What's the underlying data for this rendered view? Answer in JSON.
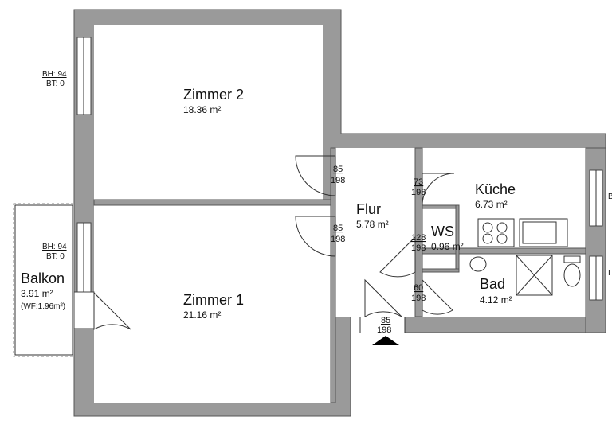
{
  "rooms": {
    "zimmer2": {
      "name": "Zimmer 2",
      "area": "18.36 m²"
    },
    "zimmer1": {
      "name": "Zimmer 1",
      "area": "21.16 m²"
    },
    "flur": {
      "name": "Flur",
      "area": "5.78 m²"
    },
    "kueche": {
      "name": "Küche",
      "area": "6.73 m²"
    },
    "ws": {
      "name": "WS",
      "area": "0.96 m²"
    },
    "bad": {
      "name": "Bad",
      "area": "4.12 m²"
    },
    "balkon": {
      "name": "Balkon",
      "area": "3.91 m²",
      "wf": "(WF:1.96m²)"
    }
  },
  "windows": {
    "zimmer2": {
      "bh": "BH: 94",
      "bt": "BT: 0"
    },
    "zimmer1": {
      "bh": "BH: 94",
      "bt": "BT: 0"
    },
    "kueche_edge": "B",
    "bad_edge": "I"
  },
  "doors": {
    "zimmer2": {
      "width": "85",
      "height": "198"
    },
    "zimmer1": {
      "width": "85",
      "height": "198"
    },
    "kueche": {
      "width": "73",
      "height": "198"
    },
    "ws": {
      "width": "128",
      "height": "198"
    },
    "bad": {
      "width": "60",
      "height": "198"
    },
    "entrance": {
      "width": "85",
      "height": "198"
    }
  },
  "colors": {
    "wall": "#9a9a9a",
    "line": "#333333"
  }
}
